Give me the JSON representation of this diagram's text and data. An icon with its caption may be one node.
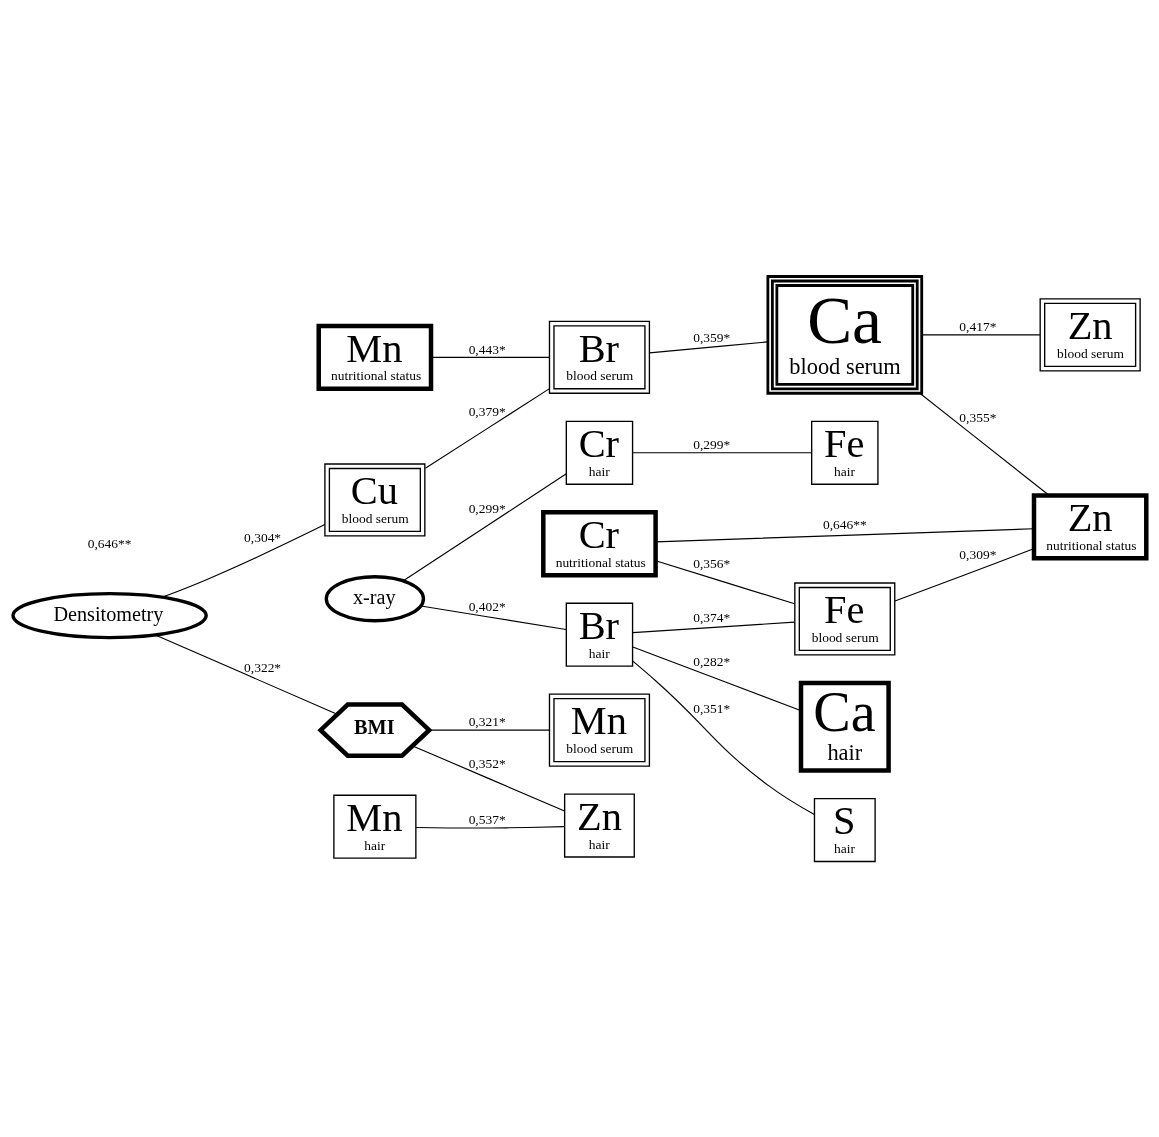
{
  "diagram": {
    "nodes": [
      {
        "text": [
          "Cr",
          "nutritional status"
        ]
      },
      {
        "text": [
          "Fe",
          "blood serum"
        ]
      },
      {
        "text": [
          "Fe",
          "hair"
        ]
      },
      {
        "text": [
          "Cr",
          "hair"
        ]
      },
      {
        "text": [
          "x-ray"
        ]
      },
      {
        "text": [
          "Br",
          "hair"
        ]
      },
      {
        "text": [
          "Br",
          "blood serum"
        ]
      },
      {
        "text": [
          "Ca",
          "blood serum"
        ]
      },
      {
        "text": [
          "Ca",
          "hair"
        ]
      },
      {
        "text": [
          "Densitometry"
        ]
      },
      {
        "text": [
          "Cu",
          "blood serum"
        ]
      },
      {
        "text": [
          "S",
          "hair"
        ]
      },
      {
        "text": [
          "BMI"
        ]
      },
      {
        "text": [
          "Mn",
          "blood serum"
        ]
      },
      {
        "text": [
          "Mn",
          "nutritional status"
        ]
      },
      {
        "text": [
          "Zn",
          "blood serum"
        ]
      },
      {
        "text": [
          "Zn",
          "nutritional status"
        ]
      },
      {
        "text": [
          "Mn",
          "hair"
        ]
      },
      {
        "text": [
          "Zn",
          "hair"
        ]
      }
    ],
    "edges": [
      {
        "from": 0,
        "to": 16,
        "arrow": "none",
        "label": "0,646**"
      },
      {
        "from": 1,
        "to": 16,
        "arrow": "none",
        "label": "0,309*"
      },
      {
        "from": 0,
        "to": 1,
        "arrow": "none",
        "label": "0,356*"
      },
      {
        "from": 5,
        "to": 1,
        "arrow": "none",
        "label": "0,374*"
      },
      {
        "from": 3,
        "to": 2,
        "arrow": "none",
        "label": "0,299*"
      },
      {
        "from": 4,
        "to": 3,
        "arrow": "none",
        "label": "0,299*"
      },
      {
        "from": 4,
        "to": 5,
        "arrow": "none",
        "label": "0,402*"
      },
      {
        "from": 6,
        "to": 7,
        "arrow": "none",
        "label": "0,359*"
      },
      {
        "from": 5,
        "to": 8,
        "arrow": "none",
        "label": "0,282*"
      },
      {
        "from": 10,
        "to": 6,
        "arrow": "none",
        "label": "0,379*"
      },
      {
        "from": 5,
        "to": 11,
        "arrow": "none",
        "label": "0,351*"
      },
      {
        "from": 9,
        "to": 10,
        "arrow": "none",
        "label": "0,304*"
      },
      {
        "from": 14,
        "to": 6,
        "arrow": "none",
        "label": "0,443*"
      },
      {
        "from": 7,
        "to": 15,
        "arrow": "none",
        "label": "0,417*"
      },
      {
        "from": 9,
        "to": 12,
        "arrow": "none",
        "label": "0,322*"
      },
      {
        "from": 12,
        "to": 13,
        "arrow": "none",
        "label": "0,321*"
      },
      {
        "from": 7,
        "to": 16,
        "arrow": "none",
        "label": "0,355*"
      },
      {
        "from": 17,
        "to": 18,
        "arrow": "none",
        "label": "0,537*"
      },
      {
        "from": 12,
        "to": 18,
        "arrow": "none",
        "label": "0,352*"
      }
    ],
    "labels": [
      "0,646**"
    ]
  }
}
